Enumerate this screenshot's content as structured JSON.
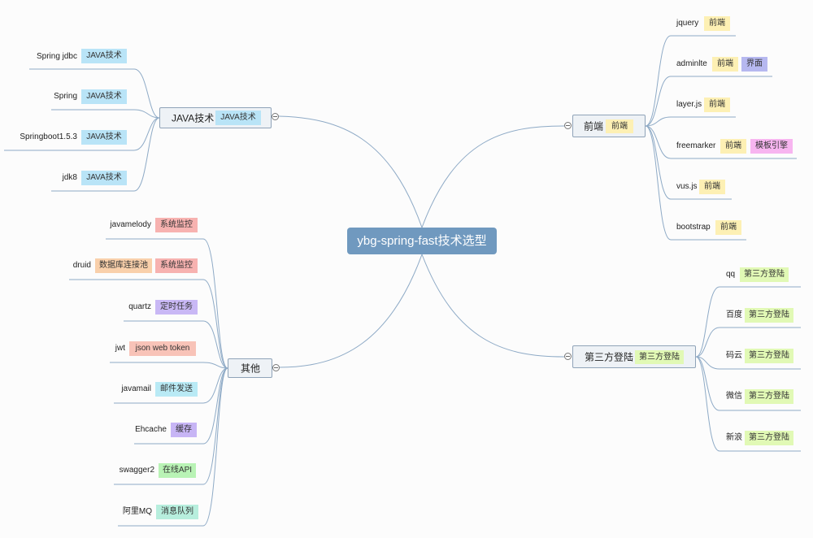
{
  "central": {
    "label": "ybg-spring-fast技术选型"
  },
  "colors": {
    "java": "#b9e4f7",
    "frontend": "#fdf0b4",
    "ui": "#b6b8f0",
    "template": "#f7b5f0",
    "monitor": "#f7b2b0",
    "pool": "#f9d0ab",
    "task": "#c9b8f5",
    "token": "#f8c3b8",
    "mail": "#b9eaf5",
    "cache": "#c7b5f5",
    "api": "#b9f3b5",
    "mq": "#b7eedd",
    "login": "#e1f9b5"
  },
  "branches": {
    "java": {
      "label": "JAVA技术",
      "tag": "JAVA技术",
      "children": [
        {
          "label": "Spring jdbc",
          "tags": [
            "JAVA技术"
          ]
        },
        {
          "label": "Spring",
          "tags": [
            "JAVA技术"
          ]
        },
        {
          "label": "Springboot1.5.3",
          "tags": [
            "JAVA技术"
          ]
        },
        {
          "label": "jdk8",
          "tags": [
            "JAVA技术"
          ]
        }
      ]
    },
    "frontend": {
      "label": "前端",
      "tag": "前端",
      "children": [
        {
          "label": "jquery",
          "tags": [
            "前端"
          ]
        },
        {
          "label": "adminlte",
          "tags": [
            "前端",
            "界面"
          ]
        },
        {
          "label": "layer.js",
          "tags": [
            "前端"
          ]
        },
        {
          "label": "freemarker",
          "tags": [
            "前端",
            "模板引擎"
          ]
        },
        {
          "label": "vus.js",
          "tags": [
            "前端"
          ]
        },
        {
          "label": "bootstrap",
          "tags": [
            "前端"
          ]
        }
      ]
    },
    "other": {
      "label": "其他",
      "children": [
        {
          "label": "javamelody",
          "tags": [
            "系统监控"
          ]
        },
        {
          "label": "druid",
          "tags": [
            "数据库连接池",
            "系统监控"
          ]
        },
        {
          "label": "quartz",
          "tags": [
            "定时任务"
          ]
        },
        {
          "label": "jwt",
          "tags": [
            "json web token"
          ]
        },
        {
          "label": "javamail",
          "tags": [
            "邮件发送"
          ]
        },
        {
          "label": "Ehcache",
          "tags": [
            "缓存"
          ]
        },
        {
          "label": "swagger2",
          "tags": [
            "在线API"
          ]
        },
        {
          "label": "阿里MQ",
          "tags": [
            "消息队列"
          ]
        }
      ]
    },
    "thirdparty": {
      "label": "第三方登陆",
      "tag": "第三方登陆",
      "children": [
        {
          "label": "qq",
          "tags": [
            "第三方登陆"
          ]
        },
        {
          "label": "百度",
          "tags": [
            "第三方登陆"
          ]
        },
        {
          "label": "码云",
          "tags": [
            "第三方登陆"
          ]
        },
        {
          "label": "微信",
          "tags": [
            "第三方登陆"
          ]
        },
        {
          "label": "新浪",
          "tags": [
            "第三方登陆"
          ]
        }
      ]
    }
  }
}
